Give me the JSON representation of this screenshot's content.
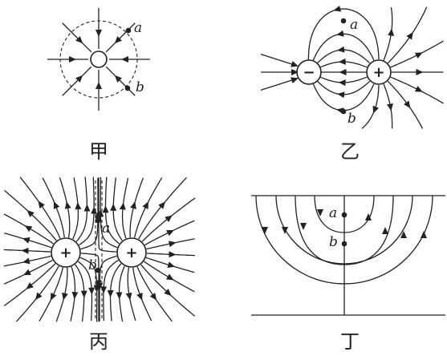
{
  "panels": [
    {
      "caption": "甲",
      "points": [
        "a",
        "b"
      ]
    },
    {
      "caption": "乙",
      "charges": [
        "−",
        "+"
      ],
      "points": [
        "a",
        "b"
      ]
    },
    {
      "caption": "丙",
      "charges": [
        "+",
        "+"
      ],
      "points": [
        "a",
        "b"
      ]
    },
    {
      "caption": "丁",
      "points": [
        "a",
        "b"
      ]
    }
  ]
}
